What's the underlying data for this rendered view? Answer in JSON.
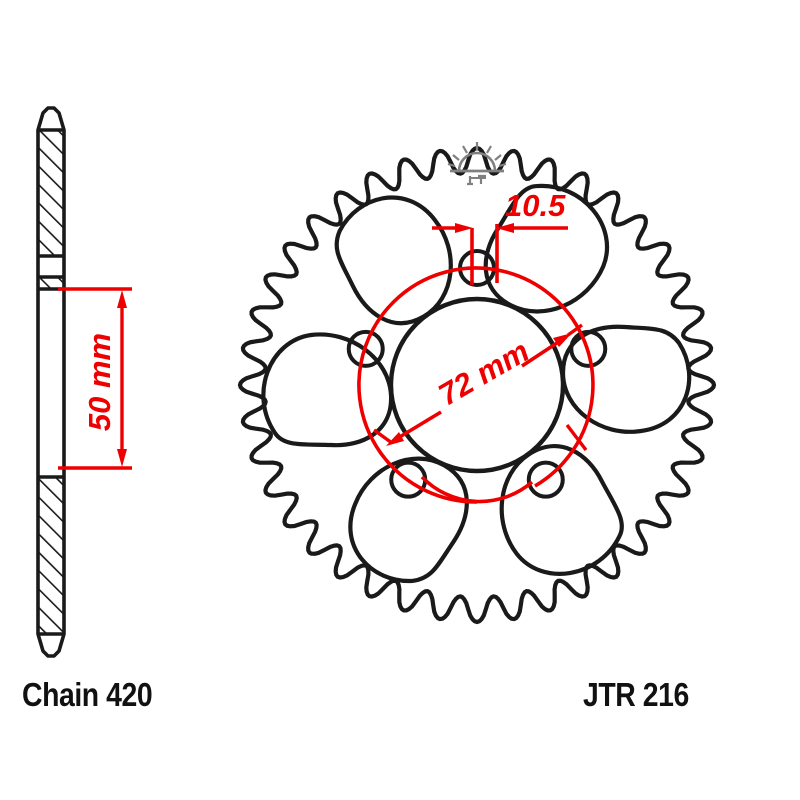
{
  "drawing": {
    "title_left": "Chain 420",
    "title_right": "JTR 216",
    "colors": {
      "line": "#1a1a1a",
      "dimension": "#ee0000",
      "logo": "#808080",
      "background": "#ffffff"
    }
  },
  "dimensions": {
    "thickness": {
      "value": "50 mm",
      "orientation": "vertical",
      "view": "side-section"
    },
    "bolt_hole": {
      "value": "10.5",
      "orientation": "horizontal",
      "view": "face"
    },
    "bolt_circle": {
      "value": "72 mm",
      "orientation": "diagonal",
      "view": "face"
    }
  },
  "sprocket": {
    "teeth_count": 40,
    "bolt_holes": 5,
    "lightening_holes": 6,
    "center_bore": true,
    "logo": "jt-sunrise-logo"
  },
  "side_view": {
    "hatched_sections": 2,
    "tapered_ends": 2
  }
}
